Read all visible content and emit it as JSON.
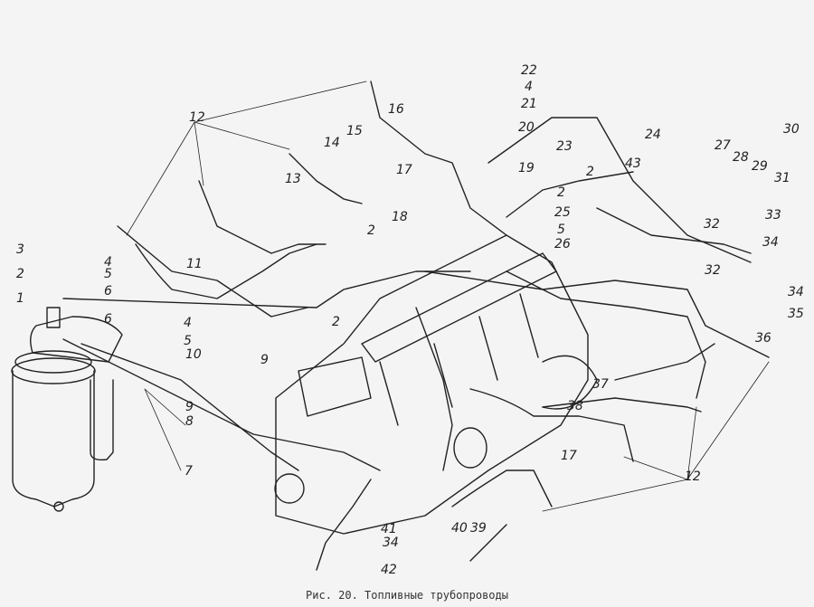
{
  "caption": "Рис. 20. Топливные трубопроводы",
  "labels": [
    "12",
    "22",
    "4",
    "21",
    "16",
    "20",
    "23",
    "15",
    "14",
    "17",
    "13",
    "18",
    "2",
    "19",
    "43",
    "2",
    "24",
    "27",
    "28",
    "29",
    "30",
    "31",
    "2",
    "25",
    "5",
    "26",
    "32",
    "33",
    "34",
    "32",
    "34",
    "35",
    "36",
    "3",
    "2",
    "1",
    "4",
    "5",
    "6",
    "6",
    "11",
    "2",
    "4",
    "5",
    "9",
    "10",
    "8",
    "9",
    "7",
    "37",
    "38",
    "17",
    "12",
    "41",
    "34",
    "40",
    "39",
    "42"
  ]
}
